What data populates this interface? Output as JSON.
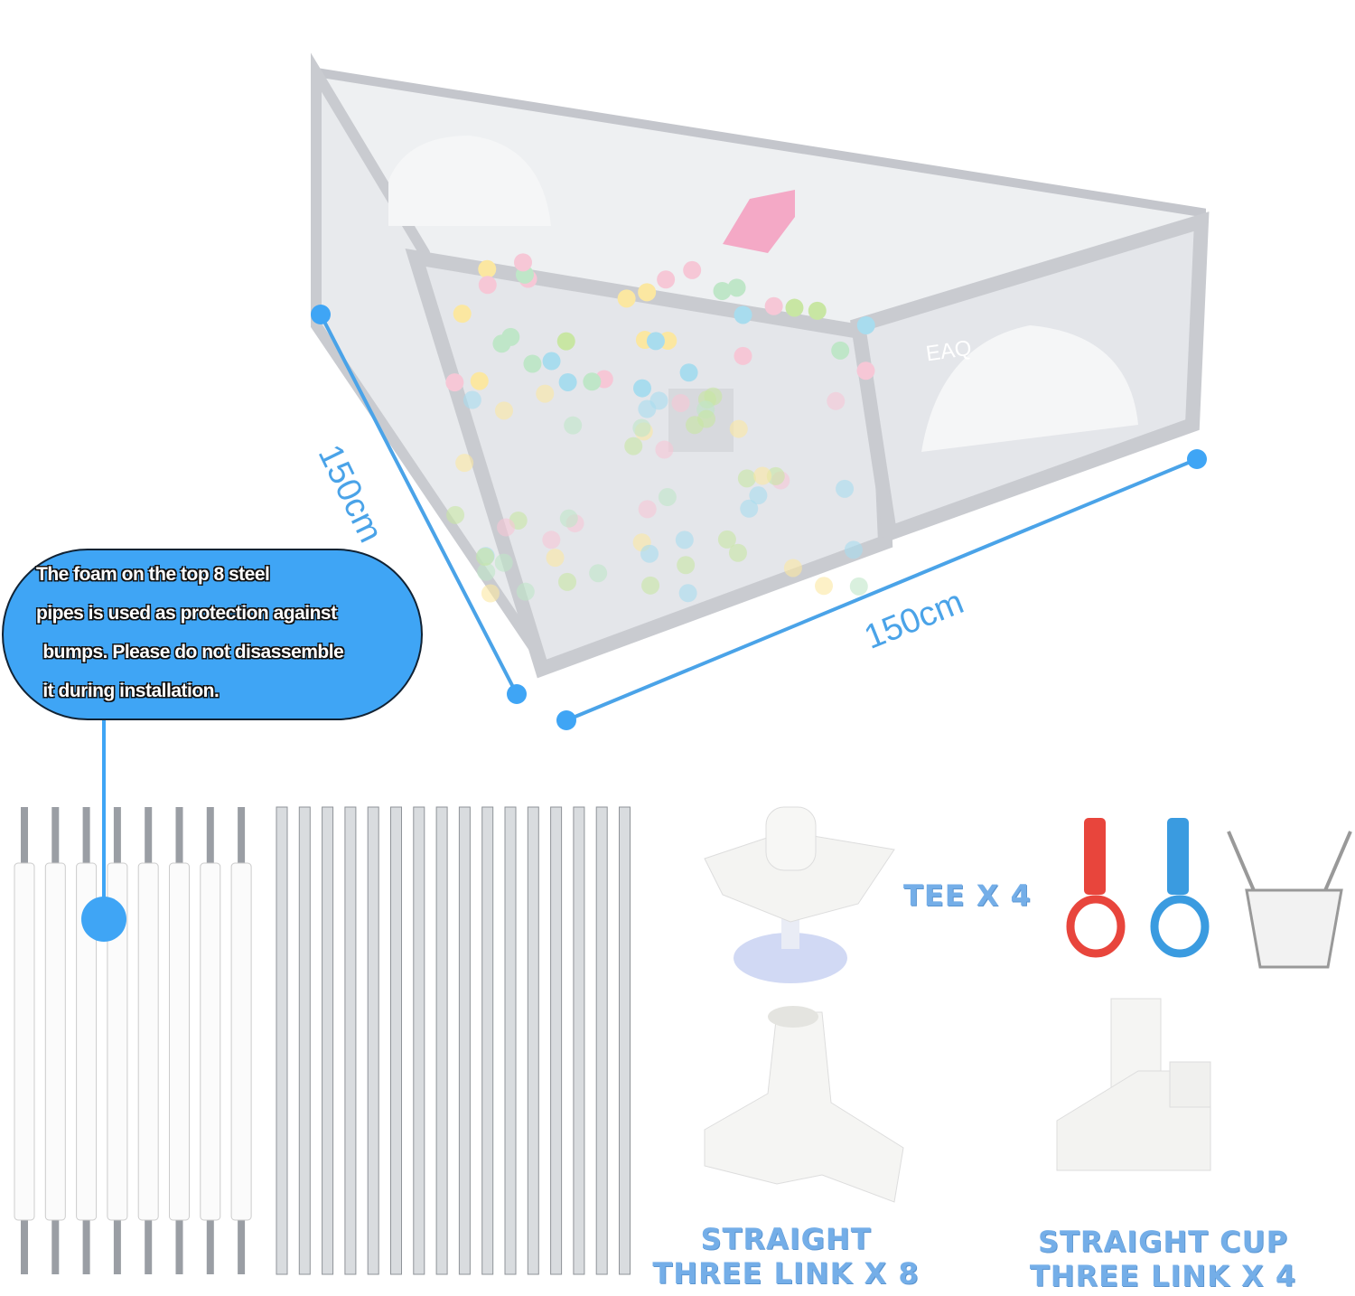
{
  "product": {
    "brand_logo": "EAQ",
    "dimensions": {
      "depth_label": "150cm",
      "width_label": "150cm"
    },
    "note": {
      "lines": [
        "The foam on the top 8 steel",
        "pipes is used as protection against",
        " bumps. Please do not disassemble",
        " it during installation."
      ]
    },
    "parts": {
      "tee_label": "TEE X 4",
      "straight_label": [
        "STRAIGHT",
        "THREE LINK X 8"
      ],
      "straight_cup_label": [
        "STRAIGHT CUP",
        "THREE LINK X 4"
      ]
    },
    "colors": {
      "accent_blue": "#3fa5f5",
      "label_blue": "#74aee8",
      "frame_gray": "#c9cbd0",
      "ring_red": "#e8453c",
      "ring_blue": "#3a9be0"
    }
  }
}
